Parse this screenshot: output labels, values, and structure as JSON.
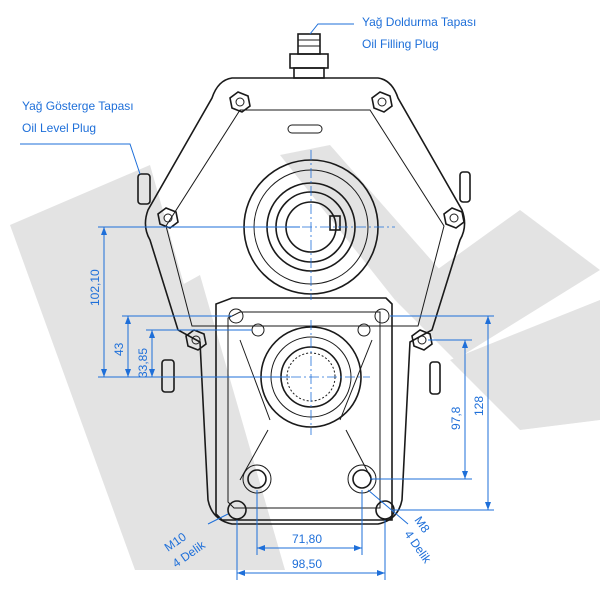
{
  "labels": {
    "filling_tr": "Yağ Doldurma Tapası",
    "filling_en": "Oil Filling Plug",
    "level_tr": "Yağ Gösterge Tapası",
    "level_en": "Oil Level Plug",
    "m10": "M10",
    "m10_holes": "4 Delik",
    "m8": "M8",
    "m8_holes": "4 Delik"
  },
  "dimensions": {
    "d_102_10": "102,10",
    "d_43": "43",
    "d_33_85": "33,85",
    "d_97_8": "97,8",
    "d_128": "128",
    "d_71_80": "71,80",
    "d_98_50": "98,50"
  },
  "colors": {
    "annotation": "#1e6fd9",
    "outline": "#1a1a1a",
    "watermark": "#e3e3e3"
  }
}
